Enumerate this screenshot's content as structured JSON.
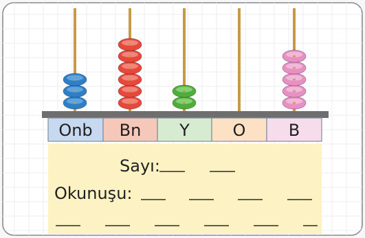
{
  "abacus": {
    "columns": [
      {
        "label": "Onb",
        "beads": 3,
        "bead_color": "#2f7fc7",
        "bead_highlight": "#6fb0ea",
        "cell_color": "#c7d9ef"
      },
      {
        "label": "Bn",
        "beads": 6,
        "bead_color": "#e8473c",
        "bead_highlight": "#f49a8f",
        "cell_color": "#f6c8b9"
      },
      {
        "label": "Y",
        "beads": 2,
        "bead_color": "#4fae3b",
        "bead_highlight": "#9ad98c",
        "cell_color": "#d6ebcf"
      },
      {
        "label": "O",
        "beads": 0,
        "bead_color": "#f0a560",
        "bead_highlight": "#f6c9a0",
        "cell_color": "#fde1c5"
      },
      {
        "label": "B",
        "beads": 5,
        "bead_color": "#e890c3",
        "bead_highlight": "#f6c6e1",
        "cell_color": "#f6ddec"
      }
    ],
    "rod_color": "#c79a45",
    "bar_color": "#6e6e6e"
  },
  "worksheet": {
    "background": "#fdf2c4",
    "sayi_label": "Sayı:",
    "okunusu_label": "Okunuşu:"
  }
}
